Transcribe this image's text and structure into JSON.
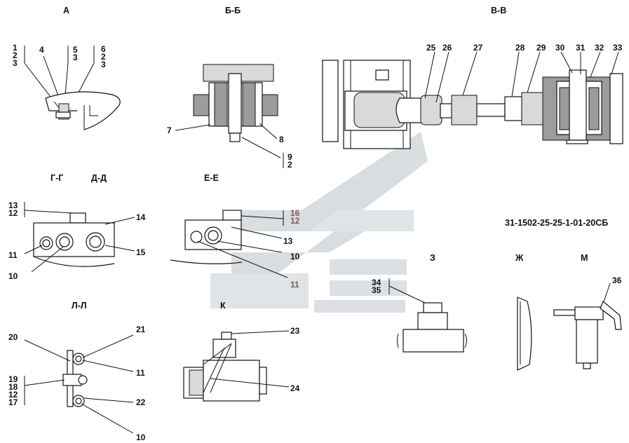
{
  "drawing_code": "31-1502-25-25-1-01-20СБ",
  "views": {
    "A": {
      "title": "А",
      "labels": [
        "1",
        "2",
        "3",
        "4",
        "5",
        "3",
        "6",
        "2",
        "3"
      ]
    },
    "BB": {
      "title": "Б-Б",
      "labels": [
        "7",
        "8",
        "9",
        "2"
      ]
    },
    "VV": {
      "title": "В-В",
      "labels": [
        "25",
        "26",
        "27",
        "28",
        "29",
        "30",
        "31",
        "32",
        "33"
      ]
    },
    "GG": {
      "title": "Г-Г"
    },
    "DD": {
      "title": "Д-Д",
      "labels": [
        "13",
        "12",
        "14",
        "11",
        "15",
        "10"
      ]
    },
    "EE": {
      "title": "Е-Е",
      "labels": [
        "16",
        "12",
        "13",
        "10",
        "11"
      ]
    },
    "LL": {
      "title": "Л-Л",
      "labels": [
        "20",
        "21",
        "11",
        "19",
        "18",
        "12",
        "17",
        "22",
        "10"
      ]
    },
    "K": {
      "title": "К",
      "labels": [
        "23",
        "24"
      ]
    },
    "Z": {
      "title": "З",
      "labels": [
        "34",
        "35"
      ]
    },
    "ZH": {
      "title": "Ж"
    },
    "M": {
      "title": "М",
      "labels": [
        "36"
      ]
    }
  },
  "colors": {
    "line": "#111111",
    "watermark": "#b9c2c9",
    "muted_label": "#7a5a5a"
  }
}
